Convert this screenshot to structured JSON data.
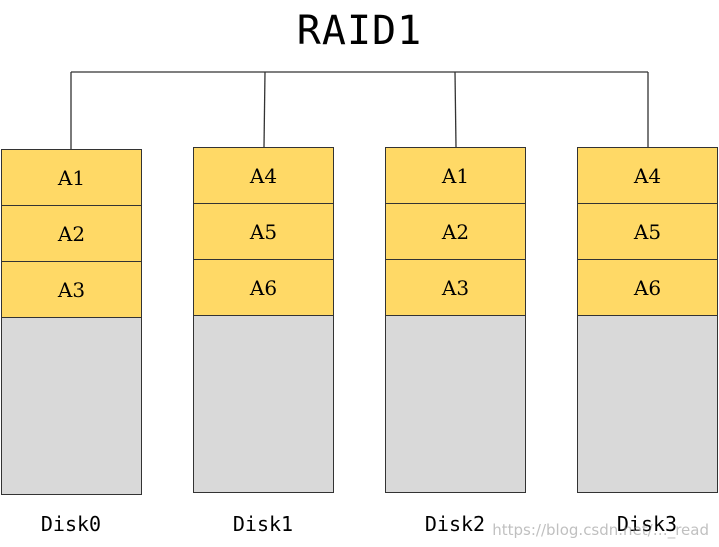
{
  "title": "RAID1",
  "disks": [
    {
      "label": "Disk0",
      "blocks": [
        "A1",
        "A2",
        "A3"
      ]
    },
    {
      "label": "Disk1",
      "blocks": [
        "A4",
        "A5",
        "A6"
      ]
    },
    {
      "label": "Disk2",
      "blocks": [
        "A1",
        "A2",
        "A3"
      ]
    },
    {
      "label": "Disk3",
      "blocks": [
        "A4",
        "A5",
        "A6"
      ]
    }
  ],
  "watermark": "https://blog.csdn.net/…_read",
  "colors": {
    "block_fill": "#ffd966",
    "disk_fill": "#d9d9d9",
    "line": "#333333"
  }
}
